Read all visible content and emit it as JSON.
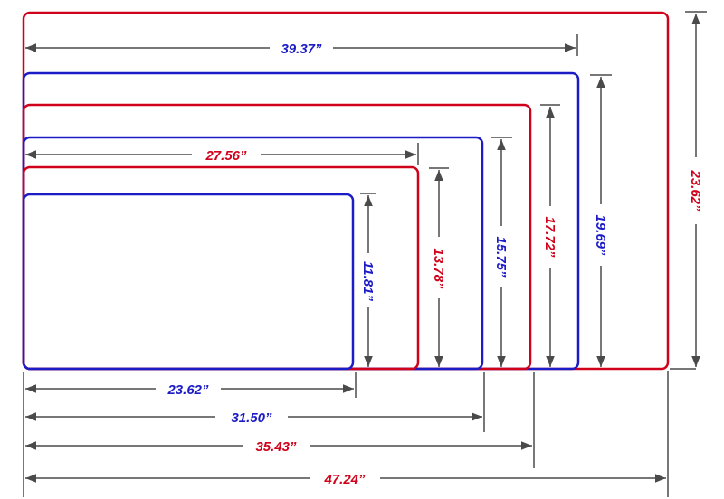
{
  "colors": {
    "red": "#d0021b",
    "blue": "#1c1cc7",
    "dimension_line": "#4a4a4a",
    "background": "#ffffff"
  },
  "sizes": [
    {
      "id": "size-47x24",
      "width_label": "47.24”",
      "height_label": "23.62”",
      "color": "red"
    },
    {
      "id": "size-39x20",
      "width_label": "39.37”",
      "height_label": "19.69”",
      "color": "blue"
    },
    {
      "id": "size-35x18",
      "width_label": "35.43”",
      "height_label": "17.72”",
      "color": "red"
    },
    {
      "id": "size-31x16",
      "width_label": "31.50”",
      "height_label": "15.75”",
      "color": "blue"
    },
    {
      "id": "size-27x14",
      "width_label": "27.56”",
      "height_label": "13.78”",
      "color": "red"
    },
    {
      "id": "size-23x12",
      "width_label": "23.62”",
      "height_label": "11.81”",
      "color": "blue"
    }
  ]
}
